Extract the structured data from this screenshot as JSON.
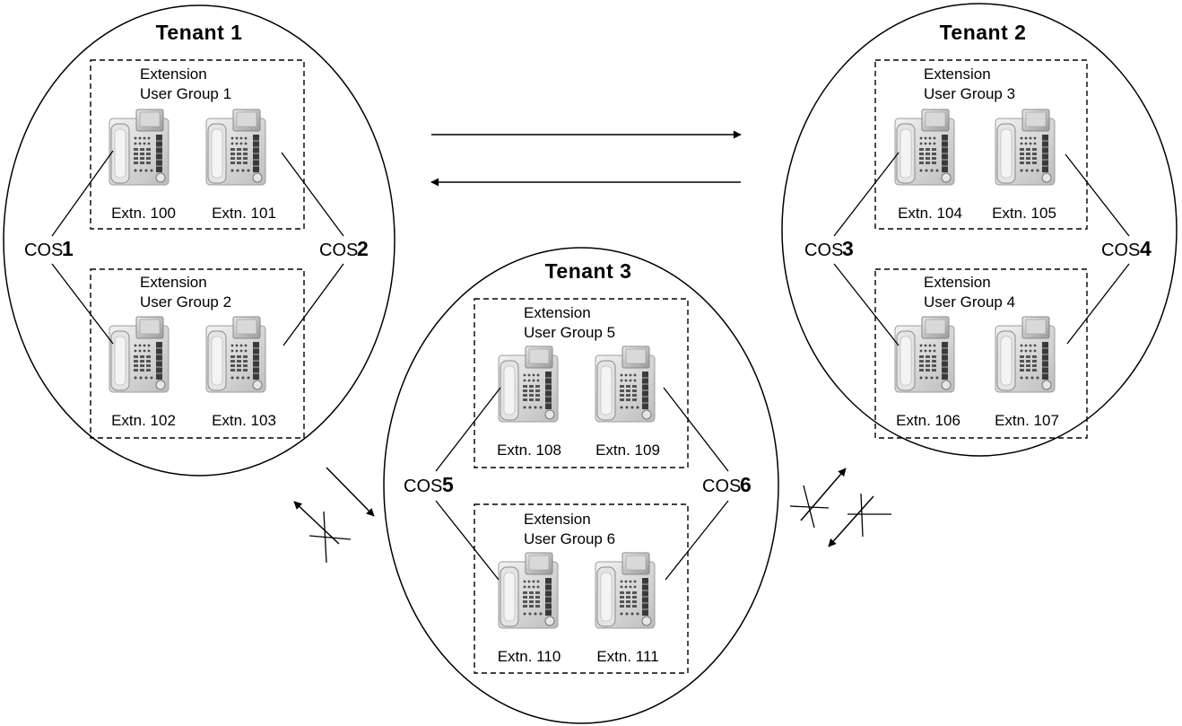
{
  "tenants": [
    {
      "title": "Tenant  1",
      "cos_left": {
        "prefix": "COS",
        "num": "1"
      },
      "cos_right": {
        "prefix": "COS",
        "num": "2"
      },
      "groups": [
        {
          "label1": "Extension",
          "label2": "User Group 1",
          "ext_a": "Extn. 100",
          "ext_b": "Extn. 101"
        },
        {
          "label1": "Extension",
          "label2": "User Group 2",
          "ext_a": "Extn. 102",
          "ext_b": "Extn. 103"
        }
      ]
    },
    {
      "title": "Tenant  2",
      "cos_left": {
        "prefix": "COS",
        "num": "3"
      },
      "cos_right": {
        "prefix": "COS",
        "num": "4"
      },
      "groups": [
        {
          "label1": "Extension",
          "label2": "User Group 3",
          "ext_a": "Extn. 104",
          "ext_b": "Extn. 105"
        },
        {
          "label1": "Extension",
          "label2": "User Group 4",
          "ext_a": "Extn. 106",
          "ext_b": "Extn. 107"
        }
      ]
    },
    {
      "title": "Tenant  3",
      "cos_left": {
        "prefix": "COS",
        "num": "5"
      },
      "cos_right": {
        "prefix": "COS",
        "num": "6"
      },
      "groups": [
        {
          "label1": "Extension",
          "label2": "User Group 5",
          "ext_a": "Extn. 108",
          "ext_b": "Extn. 109"
        },
        {
          "label1": "Extension",
          "label2": "User Group 6",
          "ext_a": "Extn. 110",
          "ext_b": "Extn. 111"
        }
      ]
    }
  ],
  "colors": {
    "stroke": "#000000",
    "phone_body": "#cfcfcf",
    "phone_dark": "#4a4a4a"
  },
  "icons": [
    "telephone-icon",
    "blocked-arrow-icon"
  ]
}
